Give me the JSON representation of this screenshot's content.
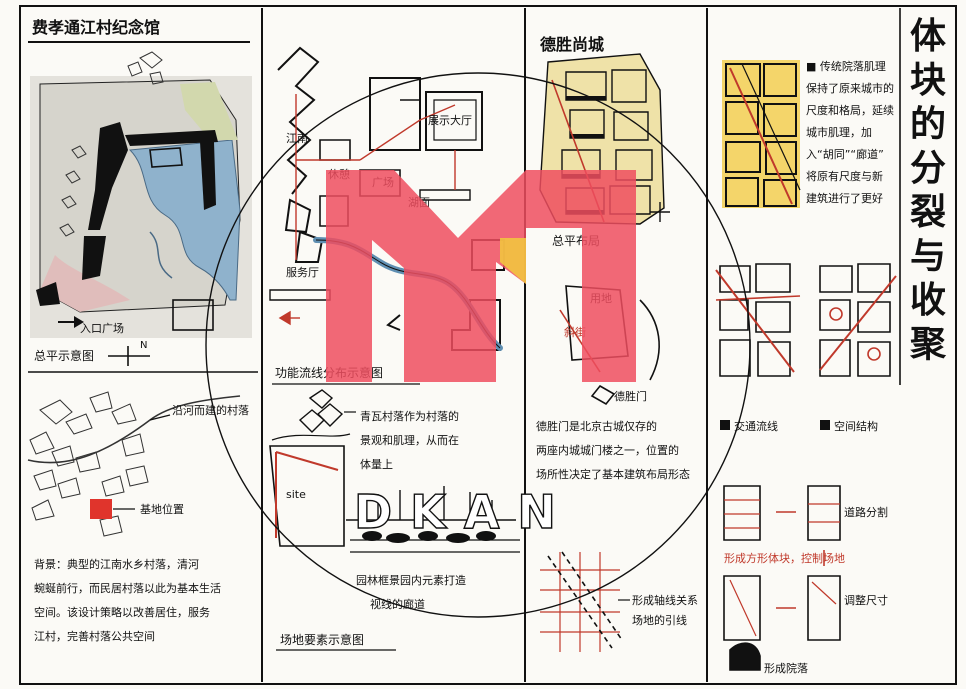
{
  "sheet": {
    "panel1": {
      "title": "费孝通江村纪念馆",
      "plan_caption": "总平示意图",
      "entrance_label": "入口广场",
      "site_callout": "基地位置",
      "village_label": "沿河而建的村落",
      "background_text": [
        "背景：典型的江南水乡村落，清河",
        "蜿蜒前行，而民居村落以此为基本生活",
        "空间。该设计策略以改善居住，服务",
        "江村，完善村落公共空间"
      ]
    },
    "panel2": {
      "flow_caption": "功能流线分布示意图",
      "labels": {
        "lake": "湖面",
        "exhibit": "展示大厅",
        "square": "广场",
        "river": "江南",
        "rest": "休憩",
        "service": "服务厅"
      },
      "site_label": "site",
      "village_note": [
        "青瓦村落作为村落的",
        "景观和肌理，从而在",
        "体量上"
      ],
      "bottom_note": [
        "园林框景园内元素打造",
        "视线的廊道"
      ],
      "element_caption": "场地要素示意图"
    },
    "panel3": {
      "title": "德胜尚城",
      "plan_caption": "总平布局",
      "gate_label": "德胜门",
      "street_label": "斜街",
      "site_label": "用地",
      "note": [
        "德胜门是北京古城仅存的",
        "两座内城城门楼之一，位置的",
        "场所性决定了基本建筑布局形态"
      ],
      "axis_note": [
        "形成轴线关系",
        "场地的引线"
      ]
    },
    "panel4": {
      "title_chars": [
        "体",
        "块",
        "的",
        "分",
        "裂",
        "与",
        "收",
        "聚"
      ],
      "strategy_text": [
        "■ 传统院落肌理",
        "保持了原来城市的",
        "尺度和格局，延续",
        "城市肌理，加",
        "入“胡同”“廊道”",
        "将原有尺度与新",
        "建筑进行了更好"
      ],
      "traffic_caption": "交通流线",
      "space_caption": "空间结构",
      "road_caption": "道路分割",
      "scale_caption": "形成方形体块，控制场地",
      "size_caption": "调整尺寸",
      "final_caption": "形成院落"
    }
  },
  "watermark": {
    "letters": "DKAN",
    "colors": {
      "red": "#ee4d5f",
      "yellow": "#f2c440",
      "ink": "#111111"
    }
  },
  "colors": {
    "water": "#7ea7c6",
    "land": "#d8d6cf",
    "green": "#cfd8a9",
    "pink": "#e5c6c4",
    "yellow": "#f4d56a",
    "red": "#e0342c",
    "ink": "#111111",
    "paper": "#fbfaf6"
  }
}
